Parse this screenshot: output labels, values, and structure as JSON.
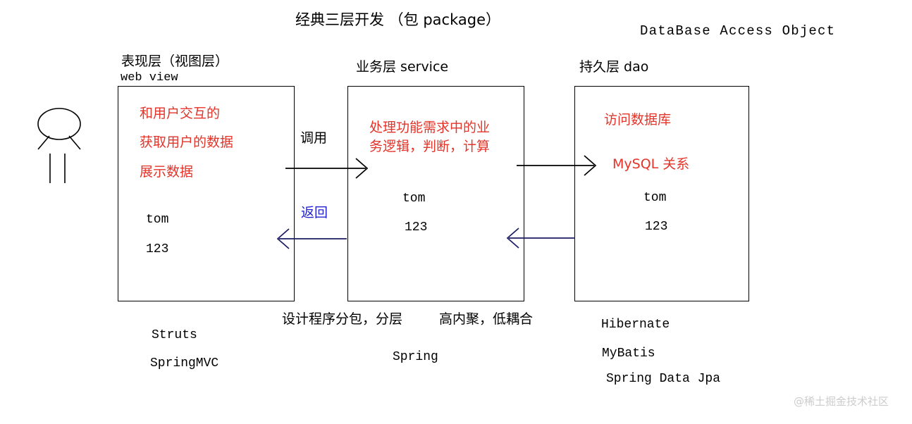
{
  "title": "经典三层开发 （包 package）",
  "dao_note": "DataBase Access Object",
  "layers": [
    {
      "heading_cn": "表现层（视图层）",
      "heading_en": "web view",
      "red_lines": [
        "和用户交互的",
        "获取用户的数据",
        "展示数据"
      ],
      "data_lines": [
        "tom",
        "123"
      ],
      "frameworks": [
        "Struts",
        "SpringMVC"
      ]
    },
    {
      "heading_cn": "业务层 service",
      "red_lines": [
        "处理功能需求中的业",
        "务逻辑，判断，计算"
      ],
      "data_lines": [
        "tom",
        "123"
      ],
      "frameworks": [
        "Spring"
      ]
    },
    {
      "heading_cn": "持久层 dao",
      "red_lines": [
        "访问数据库",
        "MySQL 关系"
      ],
      "data_lines": [
        "tom",
        "123"
      ],
      "frameworks": [
        "Hibernate",
        "MyBatis",
        "Spring Data Jpa"
      ]
    }
  ],
  "arrows": {
    "call_label": "调用",
    "return_label": "返回"
  },
  "footnotes": {
    "packaging": "设计程序分包，分层",
    "cohesion": "高内聚，低耦合"
  },
  "watermark": "@稀土掘金技术社区",
  "colors": {
    "red": "#e3342a",
    "blue": "#2222cc",
    "arrow_navy": "#1b1b63",
    "stroke": "#000000",
    "watermark": "#cccccc"
  }
}
